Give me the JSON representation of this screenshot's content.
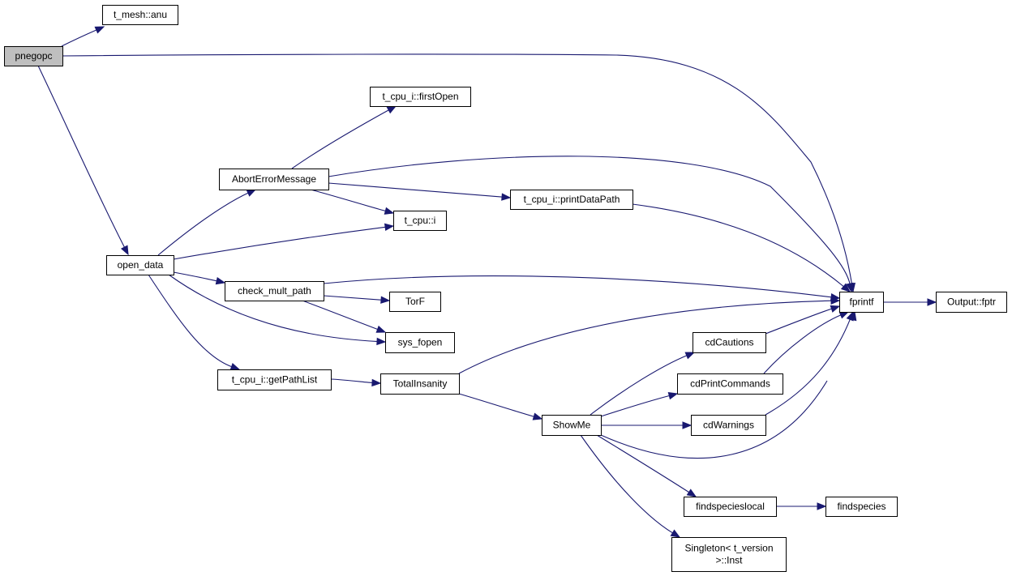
{
  "colors": {
    "edge": "#191970",
    "node_border": "#000000",
    "node_fill": "#ffffff",
    "root_fill": "#bfbfbf"
  },
  "nodes": {
    "pnegopc": {
      "label": "pnegopc",
      "root": true
    },
    "t_mesh_anu": {
      "label": "t_mesh::anu"
    },
    "open_data": {
      "label": "open_data"
    },
    "abort_error_message": {
      "label": "AbortErrorMessage"
    },
    "t_cpu_i_first_open": {
      "label": "t_cpu_i::firstOpen"
    },
    "t_cpu_i_print_data_path": {
      "label": "t_cpu_i::printDataPath"
    },
    "t_cpu_i": {
      "label": "t_cpu::i"
    },
    "check_mult_path": {
      "label": "check_mult_path"
    },
    "torf": {
      "label": "TorF"
    },
    "sys_fopen": {
      "label": "sys_fopen"
    },
    "t_cpu_i_get_path_list": {
      "label": "t_cpu_i::getPathList"
    },
    "total_insanity": {
      "label": "TotalInsanity"
    },
    "show_me": {
      "label": "ShowMe"
    },
    "cd_cautions": {
      "label": "cdCautions"
    },
    "cd_print_commands": {
      "label": "cdPrintCommands"
    },
    "cd_warnings": {
      "label": "cdWarnings"
    },
    "findspecieslocal": {
      "label": "findspecieslocal"
    },
    "findspecies": {
      "label": "findspecies"
    },
    "singleton_t_version_inst": {
      "label_lines": [
        "Singleton< t_version",
        ">::Inst"
      ]
    },
    "fprintf": {
      "label": "fprintf"
    },
    "output_fptr": {
      "label": "Output::fptr"
    }
  },
  "edges": [
    {
      "from": "pnegopc",
      "to": "t_mesh_anu"
    },
    {
      "from": "pnegopc",
      "to": "fprintf"
    },
    {
      "from": "pnegopc",
      "to": "open_data"
    },
    {
      "from": "open_data",
      "to": "abort_error_message"
    },
    {
      "from": "open_data",
      "to": "t_cpu_i"
    },
    {
      "from": "open_data",
      "to": "check_mult_path"
    },
    {
      "from": "open_data",
      "to": "sys_fopen"
    },
    {
      "from": "open_data",
      "to": "t_cpu_i_get_path_list"
    },
    {
      "from": "abort_error_message",
      "to": "t_cpu_i_first_open"
    },
    {
      "from": "abort_error_message",
      "to": "fprintf"
    },
    {
      "from": "abort_error_message",
      "to": "t_cpu_i_print_data_path"
    },
    {
      "from": "abort_error_message",
      "to": "t_cpu_i"
    },
    {
      "from": "t_cpu_i_print_data_path",
      "to": "fprintf"
    },
    {
      "from": "check_mult_path",
      "to": "fprintf"
    },
    {
      "from": "check_mult_path",
      "to": "torf"
    },
    {
      "from": "check_mult_path",
      "to": "sys_fopen"
    },
    {
      "from": "t_cpu_i_get_path_list",
      "to": "total_insanity"
    },
    {
      "from": "total_insanity",
      "to": "fprintf"
    },
    {
      "from": "total_insanity",
      "to": "show_me"
    },
    {
      "from": "show_me",
      "to": "cd_cautions"
    },
    {
      "from": "show_me",
      "to": "cd_print_commands"
    },
    {
      "from": "show_me",
      "to": "cd_warnings"
    },
    {
      "from": "show_me",
      "to": "fprintf"
    },
    {
      "from": "show_me",
      "to": "findspecieslocal"
    },
    {
      "from": "show_me",
      "to": "singleton_t_version_inst"
    },
    {
      "from": "cd_cautions",
      "to": "fprintf"
    },
    {
      "from": "cd_print_commands",
      "to": "fprintf"
    },
    {
      "from": "cd_warnings",
      "to": "fprintf"
    },
    {
      "from": "findspecieslocal",
      "to": "findspecies"
    },
    {
      "from": "fprintf",
      "to": "output_fptr"
    }
  ]
}
